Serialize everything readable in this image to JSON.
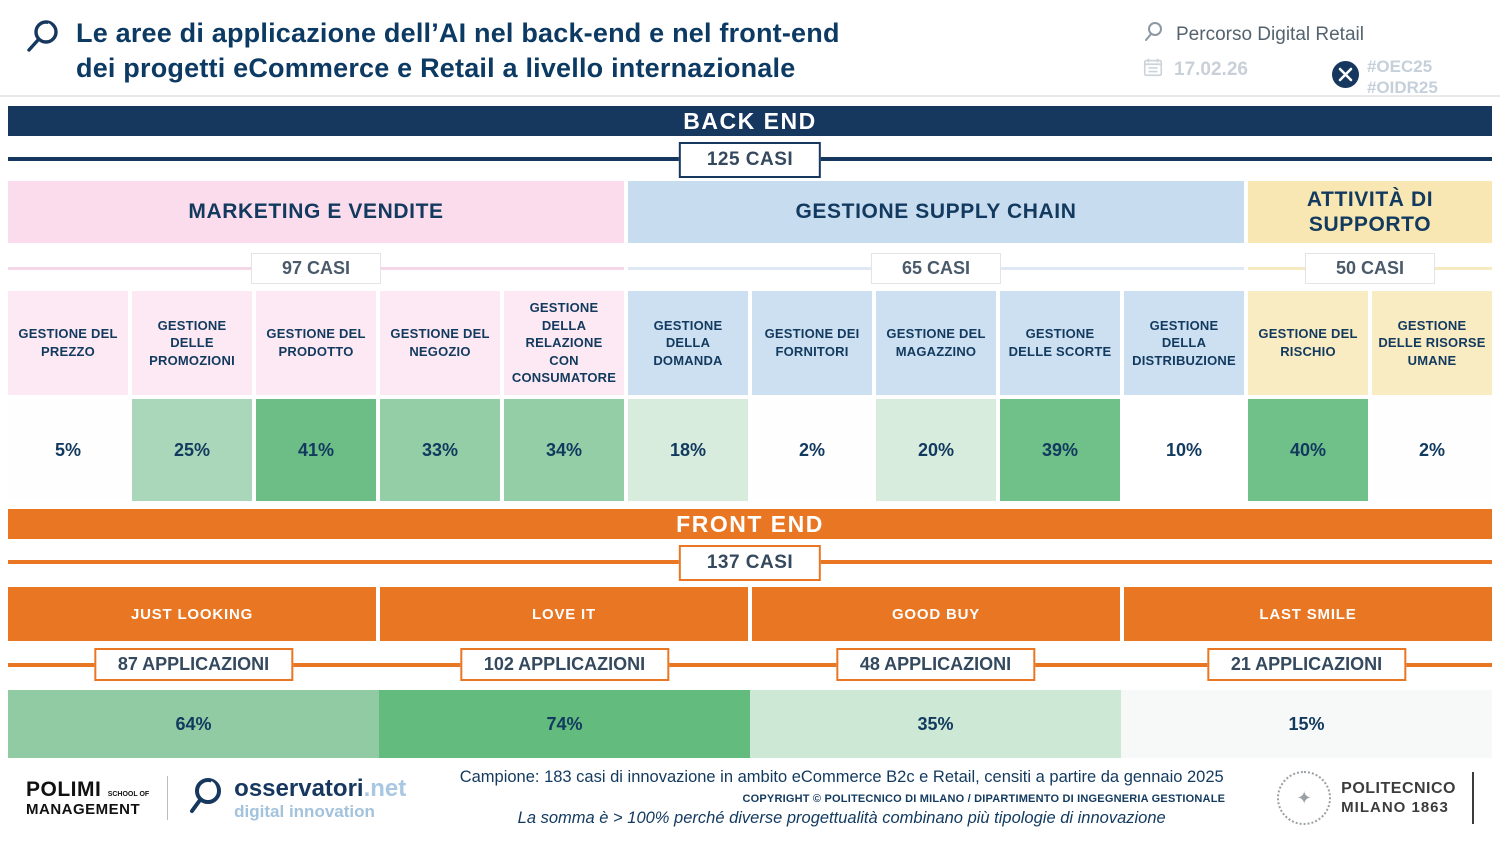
{
  "colors": {
    "navy": "#16375e",
    "orange": "#e87623",
    "text_navy": "#12395e",
    "pink_header": "#fbdcec",
    "pink_cell": "#fce9f3",
    "blue_header": "#c8dcf0",
    "blue_cell": "#cce0f2",
    "yellow_header": "#f8e7b2",
    "yellow_cell": "#f9ecc3"
  },
  "header": {
    "title_line1": "Le aree di applicazione dell’AI nel back-end e nel front-end",
    "title_line2": "dei progetti eCommerce e Retail a livello internazionale",
    "program": "Percorso Digital Retail",
    "date": "17.02.26",
    "hashtag1": "#OEC25",
    "hashtag2": "#OIDR25"
  },
  "backend": {
    "title": "BACK END",
    "total": "125 CASI",
    "groups": [
      {
        "label": "MARKETING E VENDITE",
        "cases": "97 CASI",
        "header_bg": "#fbdcec",
        "line_color": "#f4d8e7"
      },
      {
        "label": "GESTIONE SUPPLY CHAIN",
        "cases": "65 CASI",
        "header_bg": "#c8dcf0",
        "line_color": "#dfe9f5"
      },
      {
        "label": "ATTIVITÀ DI SUPPORTO",
        "cases": "50 CASI",
        "header_bg": "#f8e7b2",
        "line_color": "#f5eac2"
      }
    ],
    "columns": [
      {
        "label": "GESTIONE DEL PREZZO",
        "value": "5%",
        "cell_bg": "#fce9f3",
        "value_bg": "#fdfefd"
      },
      {
        "label": "GESTIONE DELLE PROMOZIONI",
        "value": "25%",
        "cell_bg": "#fce9f3",
        "value_bg": "#aad7ba"
      },
      {
        "label": "GESTIONE DEL PRODOTTO",
        "value": "41%",
        "cell_bg": "#fce9f3",
        "value_bg": "#6cbe86"
      },
      {
        "label": "GESTIONE DEL NEGOZIO",
        "value": "33%",
        "cell_bg": "#fce9f3",
        "value_bg": "#93cea7"
      },
      {
        "label": "GESTIONE DELLA RELAZIONE CON CONSUMATORE",
        "value": "34%",
        "cell_bg": "#fce9f3",
        "value_bg": "#93cea7"
      },
      {
        "label": "GESTIONE DELLA DOMANDA",
        "value": "18%",
        "cell_bg": "#cce0f2",
        "value_bg": "#d8ecde"
      },
      {
        "label": "GESTIONE DEI FORNITORI",
        "value": "2%",
        "cell_bg": "#cce0f2",
        "value_bg": "#fdfefd"
      },
      {
        "label": "GESTIONE DEL MAGAZZINO",
        "value": "20%",
        "cell_bg": "#cce0f2",
        "value_bg": "#d8ecde"
      },
      {
        "label": "GESTIONE DELLE SCORTE",
        "value": "39%",
        "cell_bg": "#cce0f2",
        "value_bg": "#6fc089"
      },
      {
        "label": "GESTIONE DELLA DISTRIBUZIONE",
        "value": "10%",
        "cell_bg": "#cce0f2",
        "value_bg": "#ffffff"
      },
      {
        "label": "GESTIONE DEL RISCHIO",
        "value": "40%",
        "cell_bg": "#f9ecc3",
        "value_bg": "#6fc089"
      },
      {
        "label": "GESTIONE DELLE RISORSE UMANE",
        "value": "2%",
        "cell_bg": "#f9ecc3",
        "value_bg": "#fdfefd"
      }
    ]
  },
  "frontend": {
    "title": "FRONT END",
    "total": "137 CASI",
    "segments": [
      {
        "label": "JUST LOOKING",
        "apps": "87 APPLICAZIONI",
        "value": "64%",
        "value_bg": "#90cba4"
      },
      {
        "label": "LOVE IT",
        "apps": "102 APPLICAZIONI",
        "value": "74%",
        "value_bg": "#63bb7e"
      },
      {
        "label": "GOOD BUY",
        "apps": "48 APPLICAZIONI",
        "value": "35%",
        "value_bg": "#cde9d6"
      },
      {
        "label": "LAST SMILE",
        "apps": "21 APPLICAZIONI",
        "value": "15%",
        "value_bg": "#f6f9f7"
      }
    ]
  },
  "footer": {
    "campione": "Campione: 183 casi di innovazione in ambito eCommerce B2c e Retail, censiti a partire da gennaio 2025",
    "copyright": "COPYRIGHT © POLITECNICO DI MILANO / DIPARTIMENTO DI INGEGNERIA GESTIONALE",
    "nota": "La somma è > 100% perché diverse progettualità combinano più tipologie di innovazione",
    "polimi_line1": "POLIMI",
    "polimi_line1b": "SCHOOL OF",
    "polimi_line2": "MANAGEMENT",
    "osservatori_name": "osservatori",
    "osservatori_net": ".net",
    "osservatori_tagline": "digital innovation",
    "politecnico_line1": "POLITECNICO",
    "politecnico_line2": "MILANO 1863"
  },
  "chart_data": {
    "type": "table",
    "title": "Le aree di applicazione dell’AI nel back-end e nel front-end dei progetti eCommerce e Retail a livello internazionale",
    "sample_note": "Campione: 183 casi di innovazione in ambito eCommerce B2c e Retail, censiti a partire da gennaio 2025",
    "backend": {
      "total_cases": 125,
      "groups": [
        {
          "name": "Marketing e Vendite",
          "cases": 97,
          "areas": [
            {
              "name": "Gestione del prezzo",
              "pct": 5
            },
            {
              "name": "Gestione delle promozioni",
              "pct": 25
            },
            {
              "name": "Gestione del prodotto",
              "pct": 41
            },
            {
              "name": "Gestione del negozio",
              "pct": 33
            },
            {
              "name": "Gestione della relazione con consumatore",
              "pct": 34
            }
          ]
        },
        {
          "name": "Gestione Supply Chain",
          "cases": 65,
          "areas": [
            {
              "name": "Gestione della domanda",
              "pct": 18
            },
            {
              "name": "Gestione dei fornitori",
              "pct": 2
            },
            {
              "name": "Gestione del magazzino",
              "pct": 20
            },
            {
              "name": "Gestione delle scorte",
              "pct": 39
            },
            {
              "name": "Gestione della distribuzione",
              "pct": 10
            }
          ]
        },
        {
          "name": "Attività di Supporto",
          "cases": 50,
          "areas": [
            {
              "name": "Gestione del rischio",
              "pct": 40
            },
            {
              "name": "Gestione delle risorse umane",
              "pct": 2
            }
          ]
        }
      ]
    },
    "frontend": {
      "total_cases": 137,
      "phases": [
        {
          "name": "Just Looking",
          "applications": 87,
          "pct": 64
        },
        {
          "name": "Love It",
          "applications": 102,
          "pct": 74
        },
        {
          "name": "Good Buy",
          "applications": 48,
          "pct": 35
        },
        {
          "name": "Last Smile",
          "applications": 21,
          "pct": 15
        }
      ]
    }
  }
}
